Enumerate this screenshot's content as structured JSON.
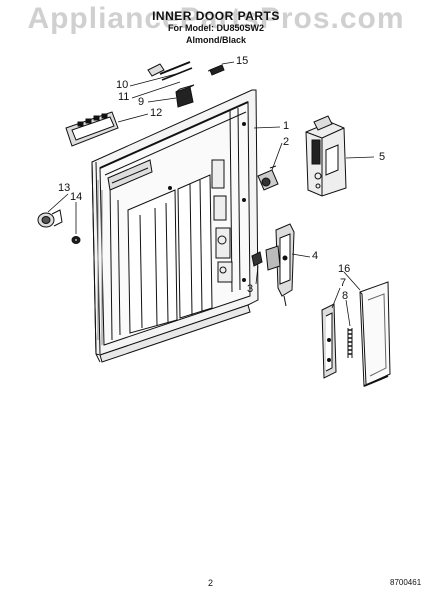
{
  "header": {
    "title": "INNER DOOR PARTS",
    "model": "For Model: DU850SW2",
    "color": "Almond/Black"
  },
  "watermark": "AppliancePartsPros.com",
  "footer": {
    "page_number": "2",
    "doc_code": "8700461"
  },
  "callouts": {
    "c1": "1",
    "c2": "2",
    "c3": "3",
    "c4": "4",
    "c5": "5",
    "c7": "7",
    "c8": "8",
    "c9": "9",
    "c10": "10",
    "c11": "11",
    "c12": "12",
    "c13": "13",
    "c14": "14",
    "c15": "15",
    "c16": "16"
  }
}
